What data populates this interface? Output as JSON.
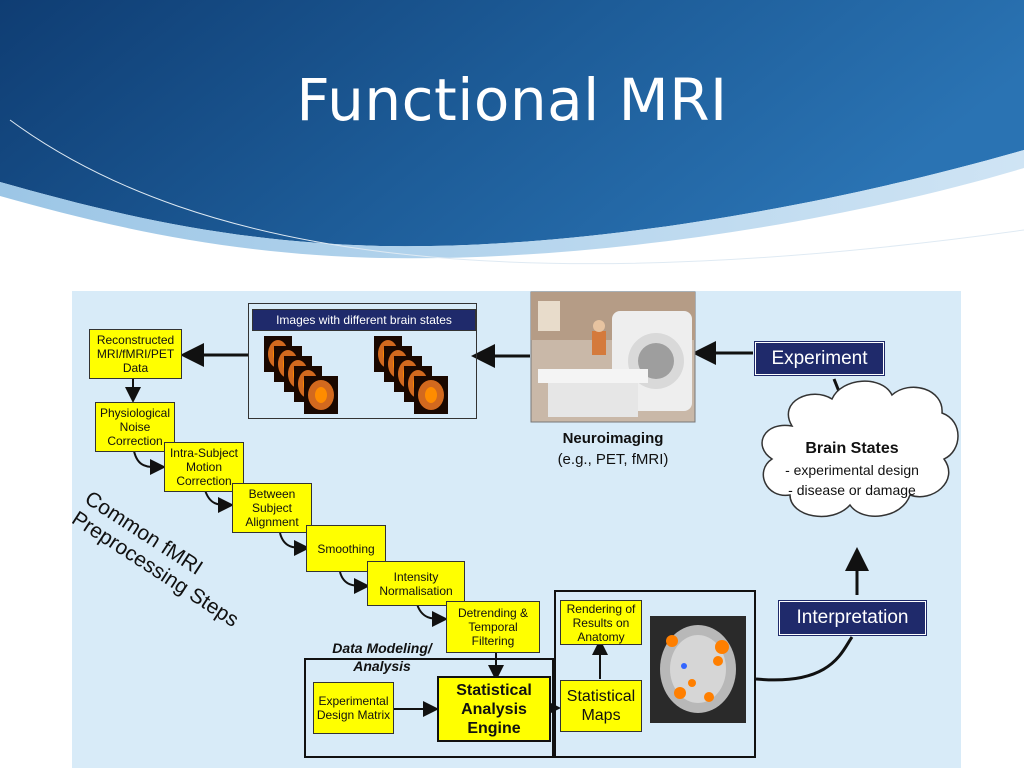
{
  "slide": {
    "title": "Functional MRI"
  },
  "figure": {
    "images_header": "Images with different brain states",
    "preprocessing_steps": [
      "Reconstructed MRI/fMRI/PET Data",
      "Physiological Noise Correction",
      "Intra-Subject Motion Correction",
      "Between Subject Alignment",
      "Smoothing",
      "Intensity Normalisation",
      "Detrending & Temporal Filtering"
    ],
    "preprocessing_label": "Common fMRI Preprocessing Steps",
    "neuroimaging": {
      "title": "Neuroimaging",
      "subtitle": "(e.g., PET, fMRI)"
    },
    "experiment": "Experiment",
    "brain_states": {
      "title": "Brain States",
      "items": [
        "- experimental design",
        "- disease or damage"
      ]
    },
    "interpretation": "Interpretation",
    "data_modeling": {
      "label_line1": "Data Modeling/",
      "label_line2": "Analysis"
    },
    "experimental_design": "Experimental Design Matrix",
    "statistical_engine": "Statistical Analysis Engine",
    "statistical_maps": "Statistical Maps",
    "rendering": "Rendering of Results on Anatomy",
    "colors": {
      "box_fill": "#ffff00",
      "navy": "#1f2a6b",
      "figure_bg": "#d8ebf8",
      "header_blue": "#1e5a96"
    }
  }
}
